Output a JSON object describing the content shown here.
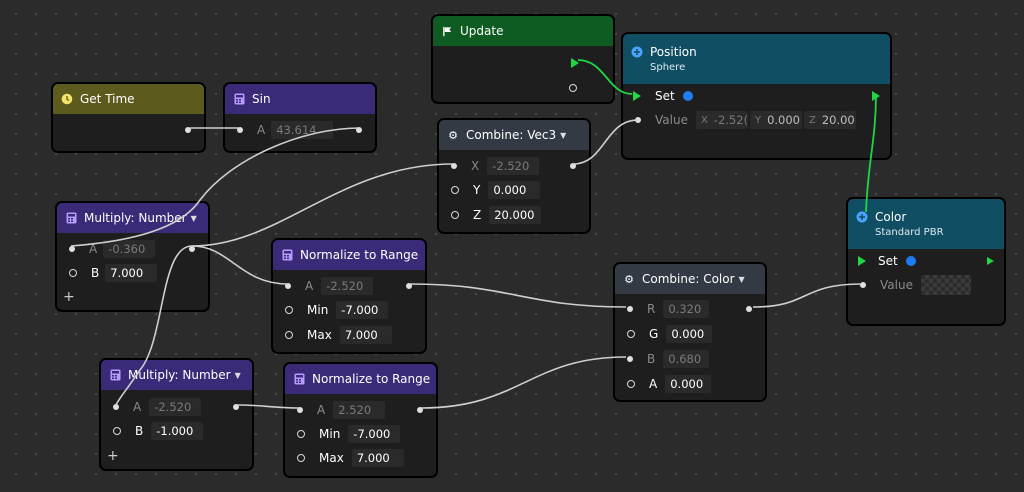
{
  "nodes": {
    "update": {
      "title": "Update"
    },
    "get_time": {
      "title": "Get Time"
    },
    "sin": {
      "title": "Sin",
      "a_label": "A",
      "a_value": "43.614"
    },
    "combine_vec3": {
      "title": "Combine: Vec3",
      "x_label": "X",
      "x_value": "-2.520",
      "y_label": "Y",
      "y_value": "0.000",
      "z_label": "Z",
      "z_value": "20.000"
    },
    "position": {
      "title": "Position",
      "subtitle": "Sphere",
      "set_label": "Set",
      "value_label": "Value",
      "x_label": "X",
      "x_value": "-2.52(",
      "y_label": "Y",
      "y_value": "0.000",
      "z_label": "Z",
      "z_value": "20.00"
    },
    "multiply_1": {
      "title": "Multiply: Number",
      "a_label": "A",
      "a_value": "-0.360",
      "b_label": "B",
      "b_value": "7.000",
      "add": "+"
    },
    "normalize_1": {
      "title": "Normalize to Range",
      "a_label": "A",
      "a_value": "-2.520",
      "min_label": "Min",
      "min_value": "-7.000",
      "max_label": "Max",
      "max_value": "7.000"
    },
    "combine_color": {
      "title": "Combine: Color",
      "r_label": "R",
      "r_value": "0.320",
      "g_label": "G",
      "g_value": "0.000",
      "b_label": "B",
      "b_value": "0.680",
      "a_label": "A",
      "a_value": "0.000"
    },
    "color": {
      "title": "Color",
      "subtitle": "Standard PBR",
      "set_label": "Set",
      "value_label": "Value"
    },
    "multiply_2": {
      "title": "Multiply: Number",
      "a_label": "A",
      "a_value": "-2.520",
      "b_label": "B",
      "b_value": "-1.000",
      "add": "+"
    },
    "normalize_2": {
      "title": "Normalize to Range",
      "a_label": "A",
      "a_value": "2.520",
      "min_label": "Min",
      "min_value": "-7.000",
      "max_label": "Max",
      "max_value": "7.000"
    }
  },
  "colors": {
    "update_header": "#0f5c22",
    "time_header": "#5c5a1c",
    "math_header": "#3b2a78",
    "combine_header": "#333a44",
    "object_header": "#0f4e63",
    "exec_wire": "#1fd645",
    "data_wire": "#cfcfcf",
    "set_pin": "#1e7cf2"
  },
  "icons": {
    "update": "flag-icon",
    "get_time": "clock-icon",
    "math": "calculator-icon",
    "combine": "gear-icon",
    "object": "plus-circle-icon",
    "dropdown": "caret-down-icon"
  }
}
